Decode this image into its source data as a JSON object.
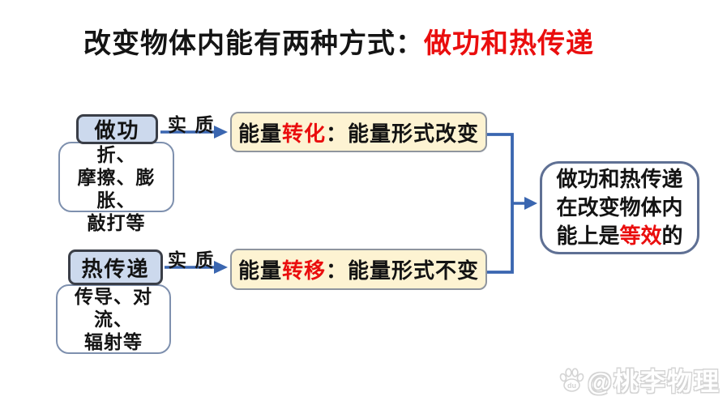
{
  "title": {
    "black_part": "改变物体内能有两种方式：",
    "red_part": "做功和热传递"
  },
  "work_branch": {
    "label": "做功",
    "examples": [
      "压缩、弯折、",
      "摩擦、膨胀、",
      "敲打等"
    ],
    "arrow_label": "实 质",
    "essence": {
      "prefix": "能量",
      "keyword": "转化",
      "suffix": "：能量形式改变"
    }
  },
  "heat_branch": {
    "label": "热传递",
    "examples": [
      "传导、对流、",
      "辐射等"
    ],
    "arrow_label": "实 质",
    "essence": {
      "prefix": "能量",
      "keyword": "转移",
      "suffix": "：能量形式不变"
    }
  },
  "conclusion": {
    "line1": "做功和热传递",
    "line2": "在改变物体内",
    "line3_prefix": "能上是",
    "line3_keyword": "等效",
    "line3_suffix": "的"
  },
  "watermark": {
    "handle": "@桃李物理",
    "icon": "baidu-paw-icon",
    "paw_text": "du"
  },
  "colors": {
    "arrow_blue": "#3a66b0",
    "keyword_red": "#ea0e0e",
    "cream_fill": "#fdf3d2",
    "blue_fill": "#ccd9ed",
    "blue_box_border": "#3a3e47",
    "white_box_border": "#7e90ae",
    "conclusion_border": "#5f7094"
  }
}
